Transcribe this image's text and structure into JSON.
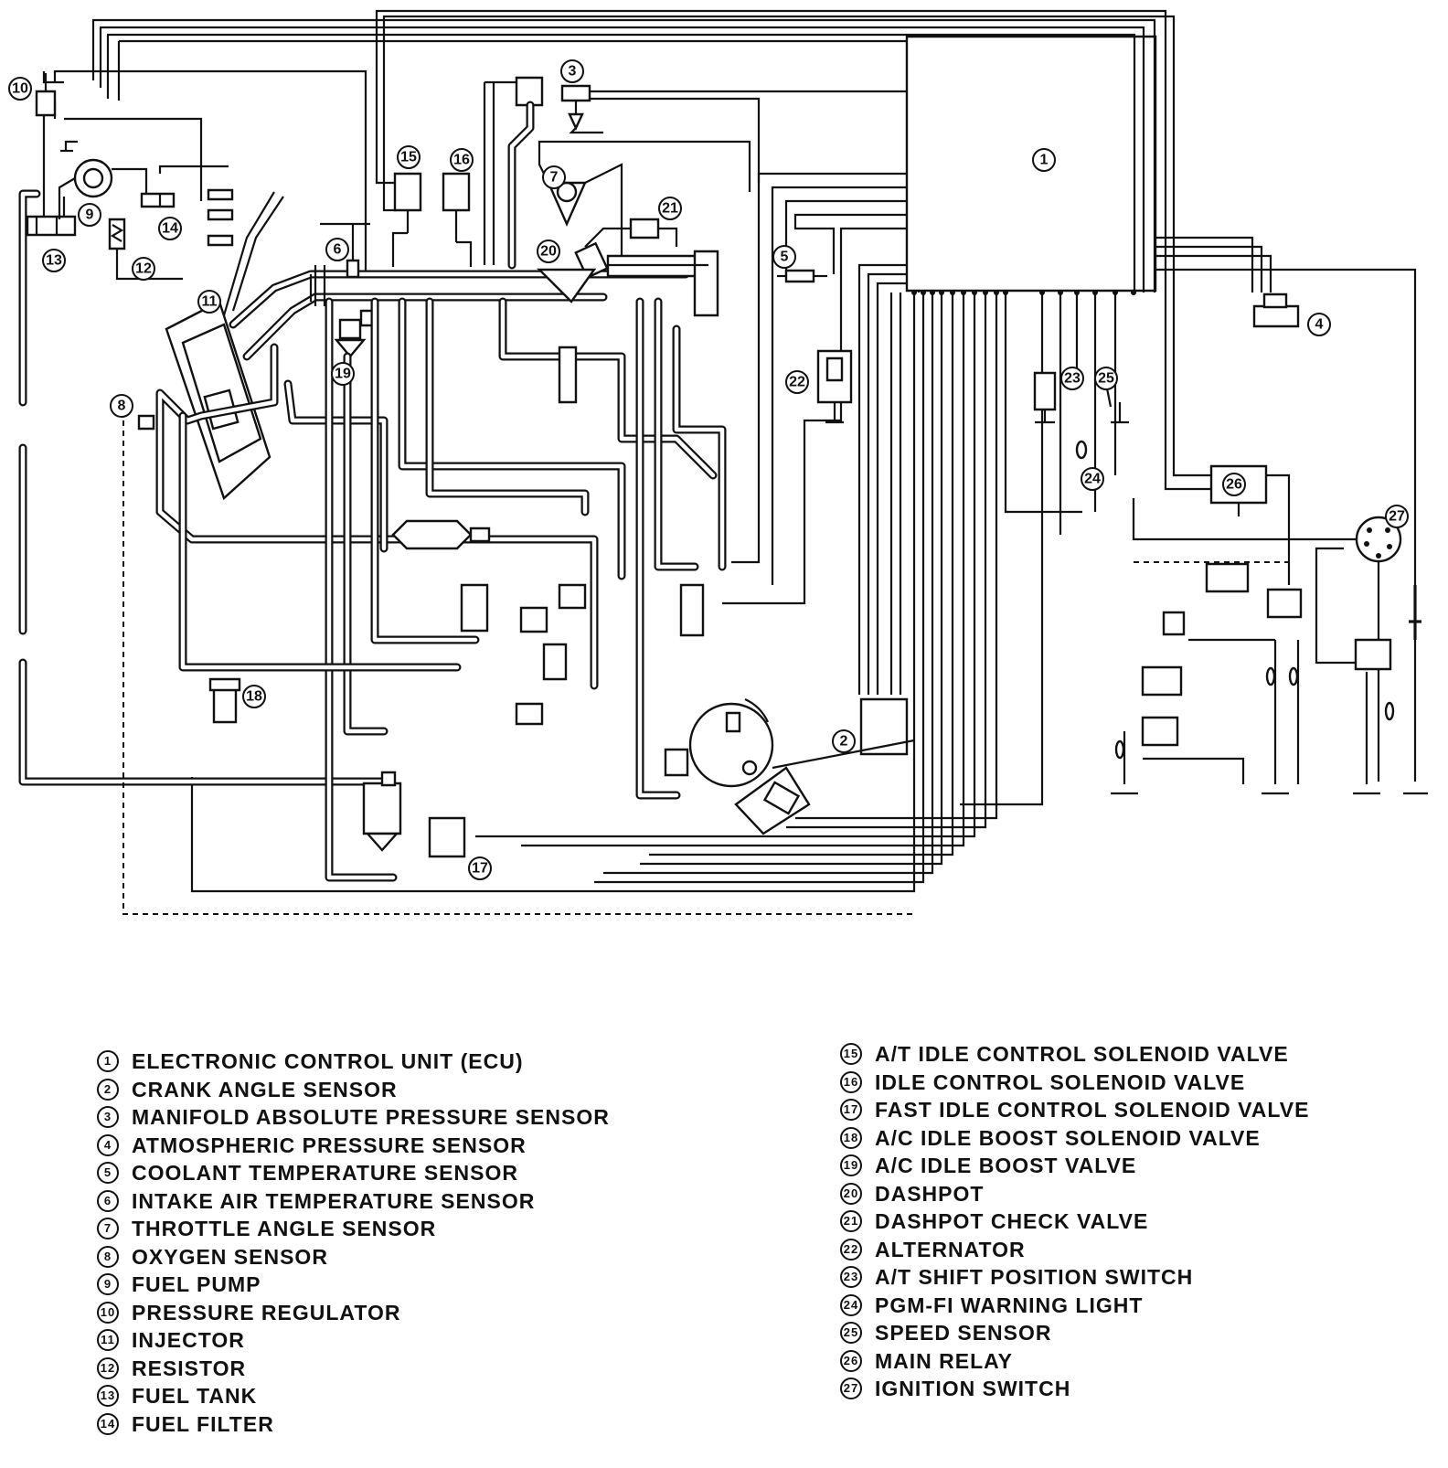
{
  "components": [
    {
      "num": "1",
      "label": "ELECTRONIC CONTROL UNIT (ECU)"
    },
    {
      "num": "2",
      "label": "CRANK ANGLE SENSOR"
    },
    {
      "num": "3",
      "label": "MANIFOLD ABSOLUTE PRESSURE SENSOR"
    },
    {
      "num": "4",
      "label": "ATMOSPHERIC PRESSURE SENSOR"
    },
    {
      "num": "5",
      "label": "COOLANT TEMPERATURE SENSOR"
    },
    {
      "num": "6",
      "label": "INTAKE AIR TEMPERATURE SENSOR"
    },
    {
      "num": "7",
      "label": "THROTTLE ANGLE SENSOR"
    },
    {
      "num": "8",
      "label": "OXYGEN SENSOR"
    },
    {
      "num": "9",
      "label": "FUEL PUMP"
    },
    {
      "num": "10",
      "label": "PRESSURE REGULATOR"
    },
    {
      "num": "11",
      "label": "INJECTOR"
    },
    {
      "num": "12",
      "label": "RESISTOR"
    },
    {
      "num": "13",
      "label": "FUEL TANK"
    },
    {
      "num": "14",
      "label": "FUEL FILTER"
    },
    {
      "num": "15",
      "label": "A/T IDLE CONTROL SOLENOID VALVE"
    },
    {
      "num": "16",
      "label": "IDLE CONTROL SOLENOID VALVE"
    },
    {
      "num": "17",
      "label": "FAST IDLE CONTROL SOLENOID VALVE"
    },
    {
      "num": "18",
      "label": "A/C IDLE BOOST SOLENOID VALVE"
    },
    {
      "num": "19",
      "label": "A/C IDLE BOOST VALVE"
    },
    {
      "num": "20",
      "label": "DASHPOT"
    },
    {
      "num": "21",
      "label": "DASHPOT CHECK VALVE"
    },
    {
      "num": "22",
      "label": "ALTERNATOR"
    },
    {
      "num": "23",
      "label": "A/T SHIFT POSITION SWITCH"
    },
    {
      "num": "24",
      "label": "PGM-FI WARNING LIGHT"
    },
    {
      "num": "25",
      "label": "SPEED SENSOR"
    },
    {
      "num": "26",
      "label": "MAIN RELAY"
    },
    {
      "num": "27",
      "label": "IGNITION SWITCH"
    }
  ]
}
